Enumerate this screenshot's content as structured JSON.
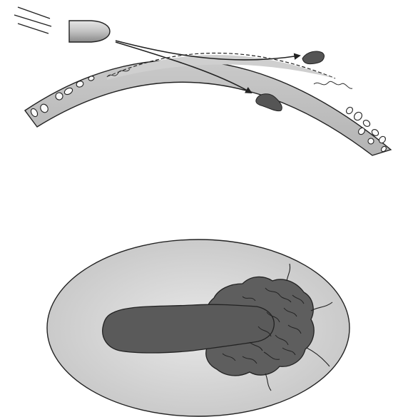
{
  "figure": {
    "panels": [
      {
        "id": "top",
        "depicts": [
          "bullet-icon",
          "bone-arc",
          "bone-fragment-icon"
        ]
      },
      {
        "id": "bottom",
        "depicts": [
          "bone-ellipse",
          "bullet-track"
        ]
      }
    ],
    "colors": {
      "background": "#ffffff",
      "outline": "#222222",
      "bone_fill": "#bdbdbd",
      "bone_fill_light": "#d9d9d9",
      "ellipse_fill": "#d4d4d4",
      "fragment_fill": "#555555",
      "track_fill": "#5a5a5a",
      "bullet_fill": "#c8c8c8"
    }
  }
}
